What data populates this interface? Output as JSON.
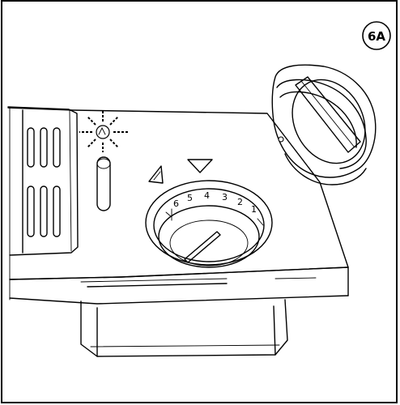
{
  "figure": {
    "label": "6A",
    "dial_numbers": [
      "6",
      "5",
      "4",
      "3",
      "2",
      "1"
    ]
  },
  "parts": {
    "rinse_aid_cap": "rinse-aid-cap",
    "dispenser_dial": "dispenser-dial",
    "indicator_light": "indicator-light",
    "vent_grille": "vent-grille"
  }
}
